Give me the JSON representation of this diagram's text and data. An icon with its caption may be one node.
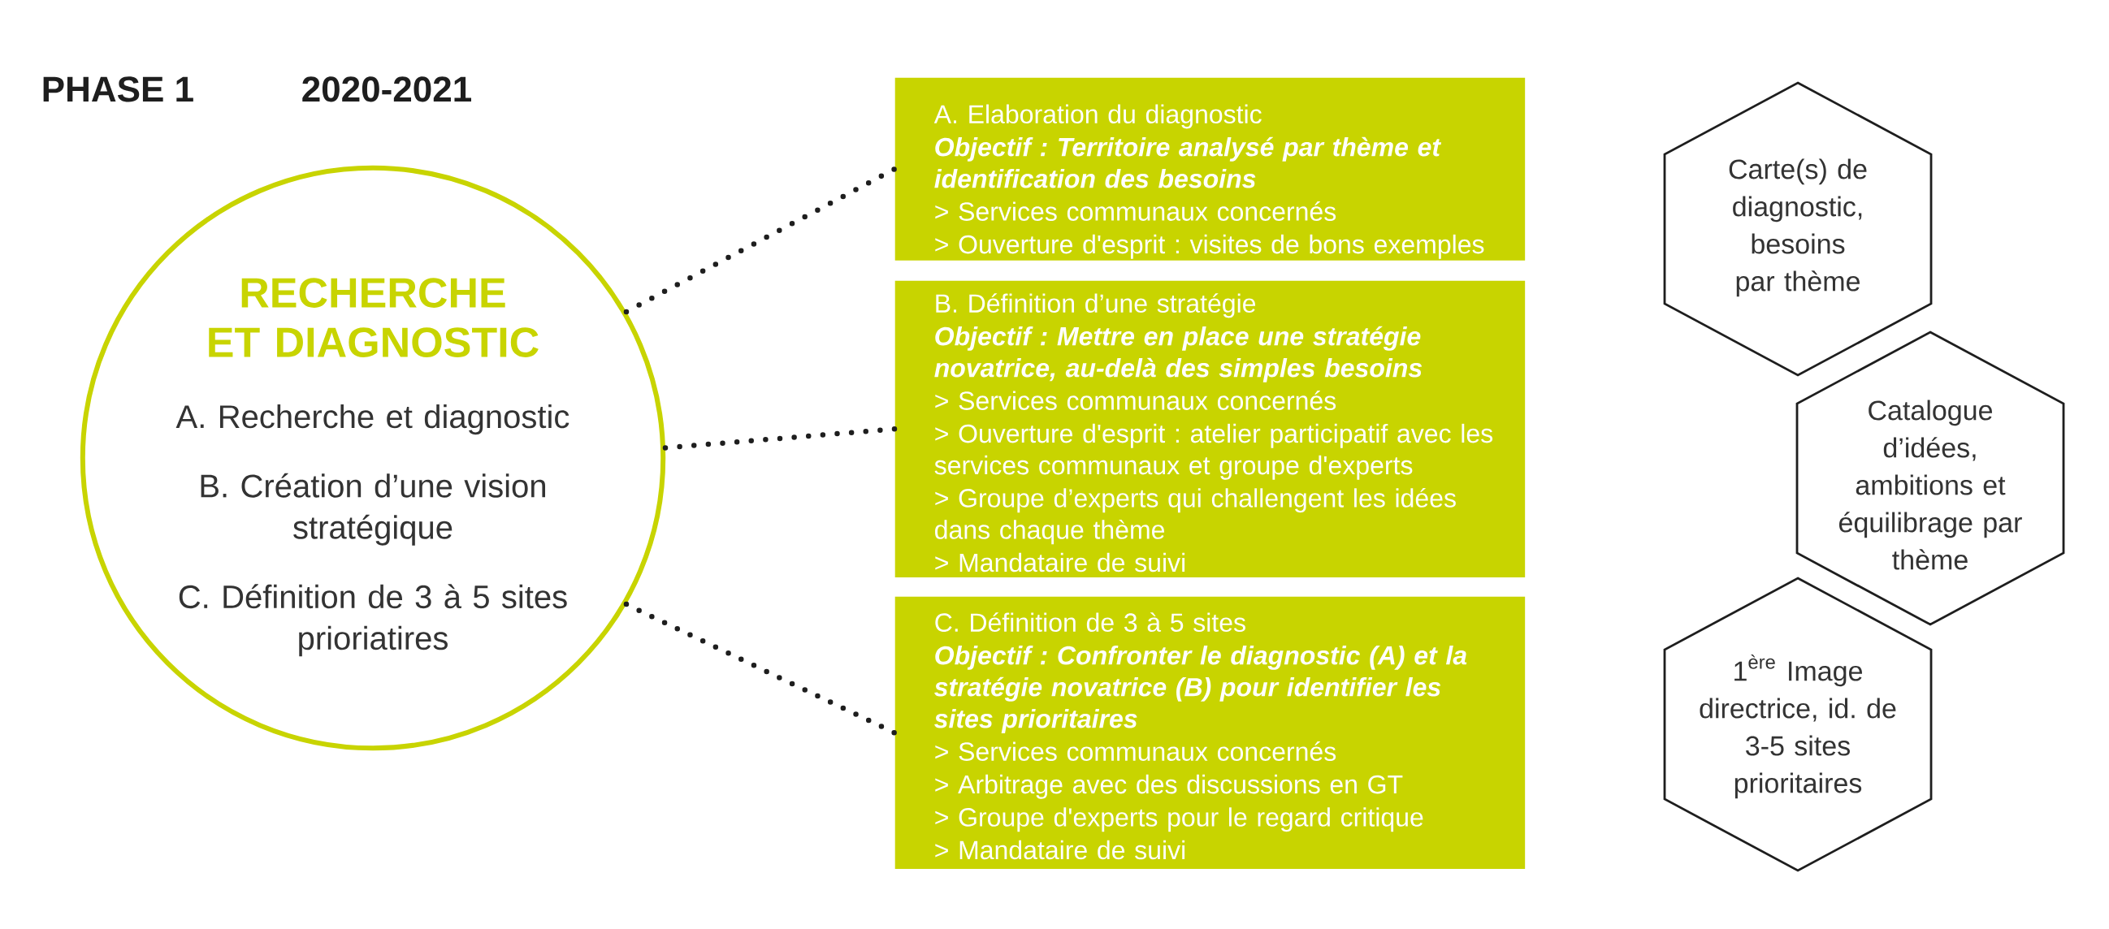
{
  "diagram": {
    "title": "PHASE 1",
    "nodes": [
      {
        "text": [
          "RECHERCHE ET DIAGNOSTIC",
          "A. Recherche et diagnostic",
          "B. Création d’une vision stratégique",
          "C. Définition de 3 à 5 sites prioriatires"
        ]
      },
      {
        "text": [
          "A. Elaboration du diagnostic",
          "Objectif : Territoire analysé par thème et identification des besoins",
          "> Services communaux concernés",
          "> Ouverture d'esprit : visites de bons exemples"
        ]
      },
      {
        "text": [
          "B. Définition d’une stratégie",
          "Objectif : Mettre en place une stratégie novatrice, au-delà des simples besoins",
          "> Services communaux concernés",
          "> Ouverture d'esprit : atelier participatif avec les services communaux et groupe d'experts",
          "> Groupe d’experts qui challengent les idées dans chaque thème",
          "> Mandataire de suivi"
        ]
      },
      {
        "text": [
          "C. Définition de 3 à 5 sites",
          "Objectif : Confronter le diagnostic (A) et la stratégie novatrice (B) pour identifier les sites prioritaires",
          "> Services communaux concernés",
          "> Arbitrage avec des discussions en GT",
          "> Groupe d'experts pour le regard critique",
          "> Mandataire de suivi"
        ]
      },
      {
        "text": [
          "Carte(s) de diagnostic, besoins par thème"
        ]
      },
      {
        "text": [
          "Catalogue d’idées, ambitions et équilibrage par thème"
        ]
      },
      {
        "text": [
          "\\text{1}^{\\text{ère}}",
          "Image directrice, id. de 3-5 sites prioritaires"
        ]
      }
    ],
    "edges": [
      {
        "from": 0,
        "to": 1,
        "arrow": "none",
        "style": "dashed"
      },
      {
        "from": 0,
        "to": 2,
        "arrow": "none",
        "style": "dashed"
      },
      {
        "from": 0,
        "to": 3,
        "arrow": "none",
        "style": "dashed"
      }
    ],
    "labels": [
      "2020-2021"
    ]
  }
}
